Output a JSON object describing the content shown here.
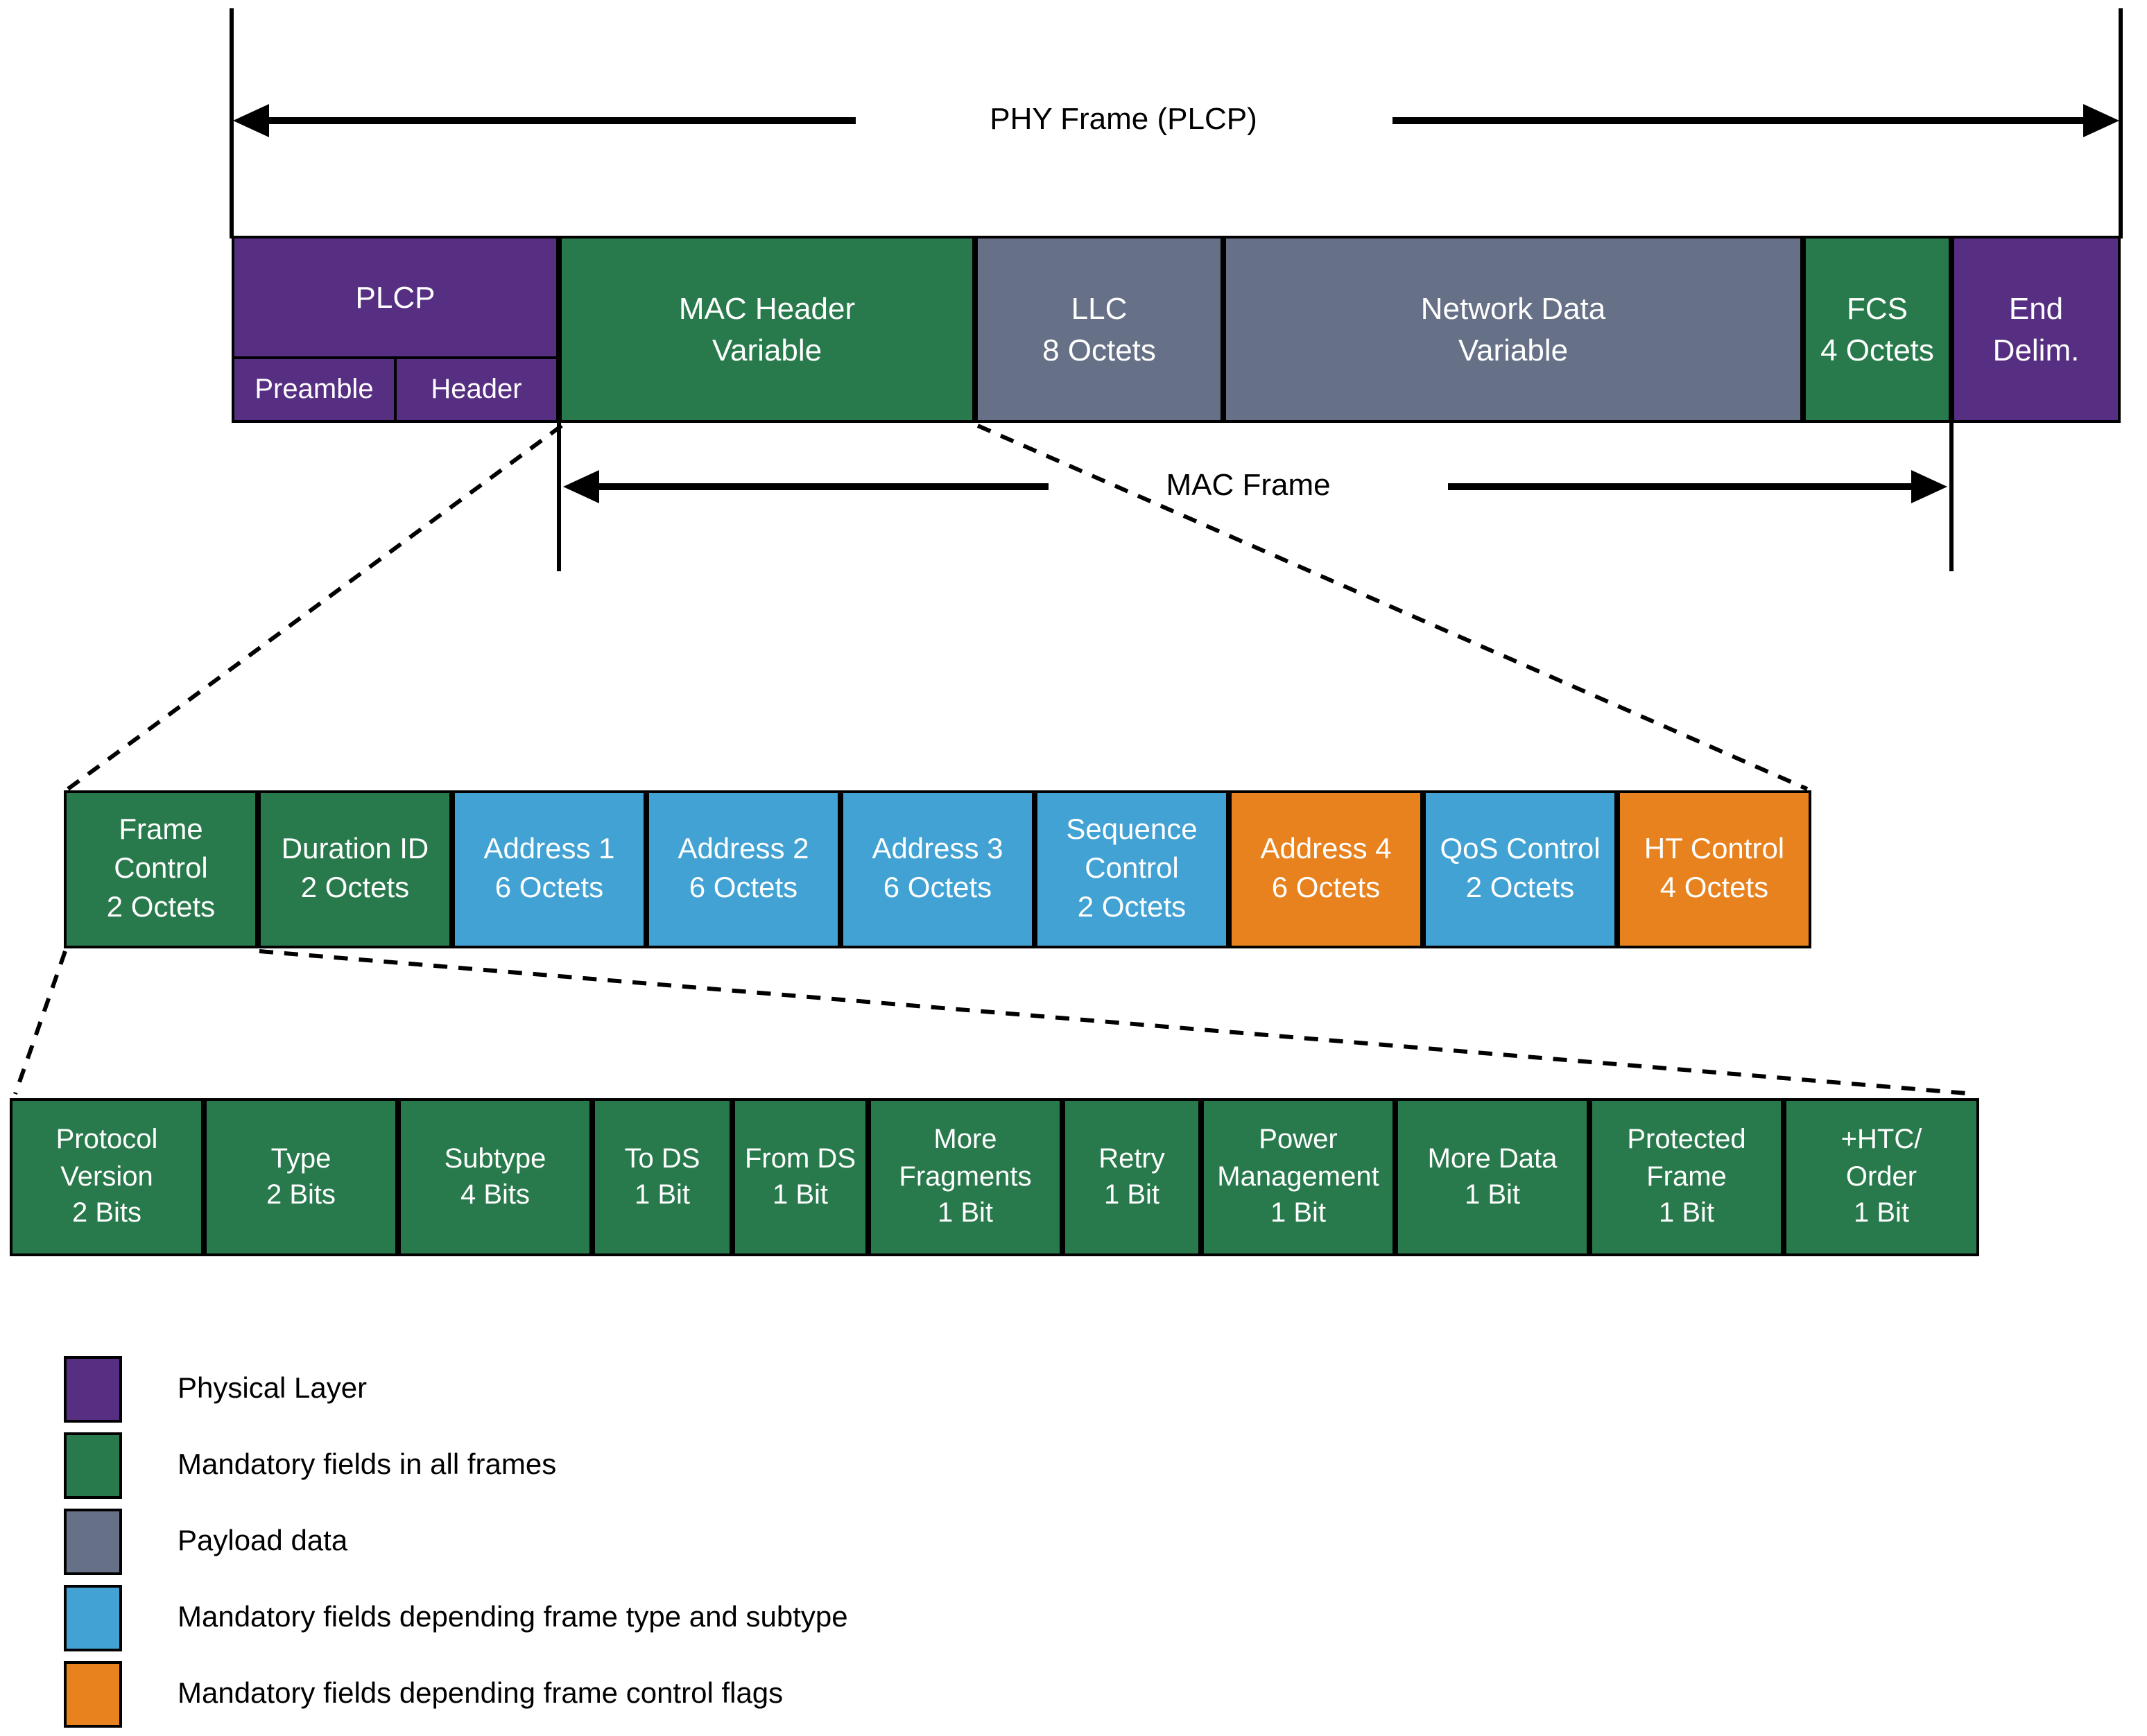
{
  "colors": {
    "purple": "#562f82",
    "green": "#287a4c",
    "gray": "#667086",
    "blue": "#42a2d4",
    "orange": "#e8821e"
  },
  "phy": {
    "arrow_label": "PHY Frame (PLCP)",
    "boxes": [
      {
        "lines": [
          "PLCP"
        ],
        "color": "purple",
        "sub": [
          "Preamble",
          "Header"
        ]
      },
      {
        "lines": [
          "MAC Header",
          "Variable"
        ],
        "color": "green"
      },
      {
        "lines": [
          "LLC",
          "8 Octets"
        ],
        "color": "gray"
      },
      {
        "lines": [
          "Network Data",
          "Variable"
        ],
        "color": "gray"
      },
      {
        "lines": [
          "FCS",
          "4 Octets"
        ],
        "color": "green"
      },
      {
        "lines": [
          "End",
          "Delim."
        ],
        "color": "purple"
      }
    ]
  },
  "mac": {
    "arrow_label": "MAC Frame",
    "boxes": [
      {
        "lines": [
          "Frame",
          "Control",
          "2 Octets"
        ],
        "color": "green"
      },
      {
        "lines": [
          "Duration ID",
          "2 Octets"
        ],
        "color": "green"
      },
      {
        "lines": [
          "Address 1",
          "6 Octets"
        ],
        "color": "blue"
      },
      {
        "lines": [
          "Address 2",
          "6 Octets"
        ],
        "color": "blue"
      },
      {
        "lines": [
          "Address 3",
          "6 Octets"
        ],
        "color": "blue"
      },
      {
        "lines": [
          "Sequence",
          "Control",
          "2 Octets"
        ],
        "color": "blue"
      },
      {
        "lines": [
          "Address 4",
          "6 Octets"
        ],
        "color": "orange"
      },
      {
        "lines": [
          "QoS Control",
          "2 Octets"
        ],
        "color": "blue"
      },
      {
        "lines": [
          "HT Control",
          "4 Octets"
        ],
        "color": "orange"
      }
    ]
  },
  "fc": {
    "boxes": [
      {
        "lines": [
          "Protocol",
          "Version",
          "2 Bits"
        ],
        "color": "green"
      },
      {
        "lines": [
          "Type",
          "2 Bits"
        ],
        "color": "green"
      },
      {
        "lines": [
          "Subtype",
          "4 Bits"
        ],
        "color": "green"
      },
      {
        "lines": [
          "To DS",
          "1 Bit"
        ],
        "color": "green"
      },
      {
        "lines": [
          "From DS",
          "1 Bit"
        ],
        "color": "green"
      },
      {
        "lines": [
          "More",
          "Fragments",
          "1 Bit"
        ],
        "color": "green"
      },
      {
        "lines": [
          "Retry",
          "1 Bit"
        ],
        "color": "green"
      },
      {
        "lines": [
          "Power",
          "Management",
          "1 Bit"
        ],
        "color": "green"
      },
      {
        "lines": [
          "More Data",
          "1 Bit"
        ],
        "color": "green"
      },
      {
        "lines": [
          "Protected",
          "Frame",
          "1 Bit"
        ],
        "color": "green"
      },
      {
        "lines": [
          "+HTC/",
          "Order",
          "1 Bit"
        ],
        "color": "green"
      }
    ]
  },
  "legend": {
    "items": [
      {
        "color": "purple",
        "label": "Physical Layer"
      },
      {
        "color": "green",
        "label": "Mandatory fields in all frames"
      },
      {
        "color": "gray",
        "label": "Payload data"
      },
      {
        "color": "blue",
        "label": "Mandatory fields depending frame type and subtype"
      },
      {
        "color": "orange",
        "label": "Mandatory fields depending frame control flags"
      }
    ]
  }
}
